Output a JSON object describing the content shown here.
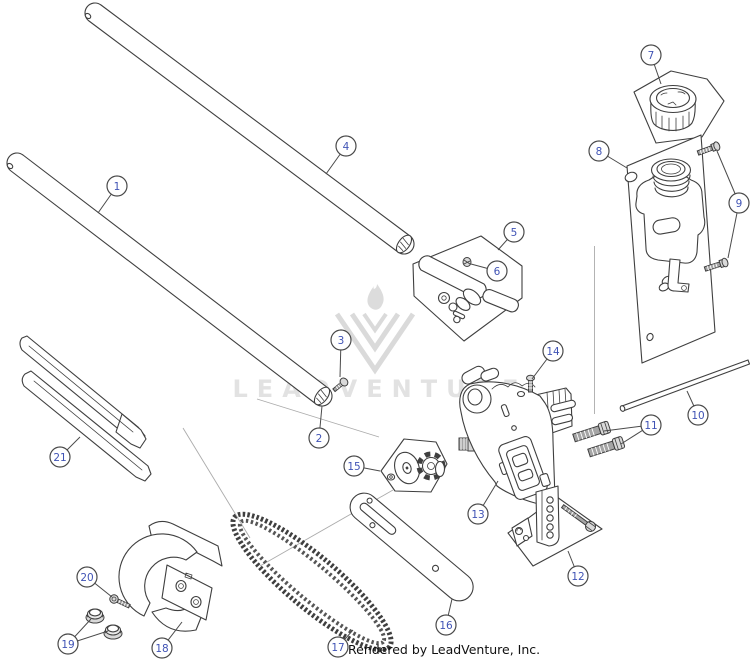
{
  "diagram": {
    "type": "exploded-parts-diagram",
    "footer": {
      "credit_text": "Rendered by LeadVenture, Inc."
    },
    "watermark": {
      "brand_text": "LEADVENTURE",
      "logo": "leadventure-flame-v"
    },
    "style": {
      "line_color": "#3f3f3f",
      "callout_number_color": "#4053b5",
      "callout_circle_color": "#4a4a4a",
      "watermark_color": "#e2e2e2",
      "construction_line_color": "#ababab",
      "background": "#ffffff"
    },
    "callouts": [
      {
        "number": "1"
      },
      {
        "number": "2"
      },
      {
        "number": "3"
      },
      {
        "number": "4"
      },
      {
        "number": "5"
      },
      {
        "number": "6"
      },
      {
        "number": "7"
      },
      {
        "number": "8"
      },
      {
        "number": "9"
      },
      {
        "number": "10"
      },
      {
        "number": "11"
      },
      {
        "number": "12"
      },
      {
        "number": "13"
      },
      {
        "number": "14"
      },
      {
        "number": "15"
      },
      {
        "number": "16"
      },
      {
        "number": "17"
      },
      {
        "number": "18"
      },
      {
        "number": "19"
      },
      {
        "number": "20"
      },
      {
        "number": "21"
      }
    ]
  }
}
